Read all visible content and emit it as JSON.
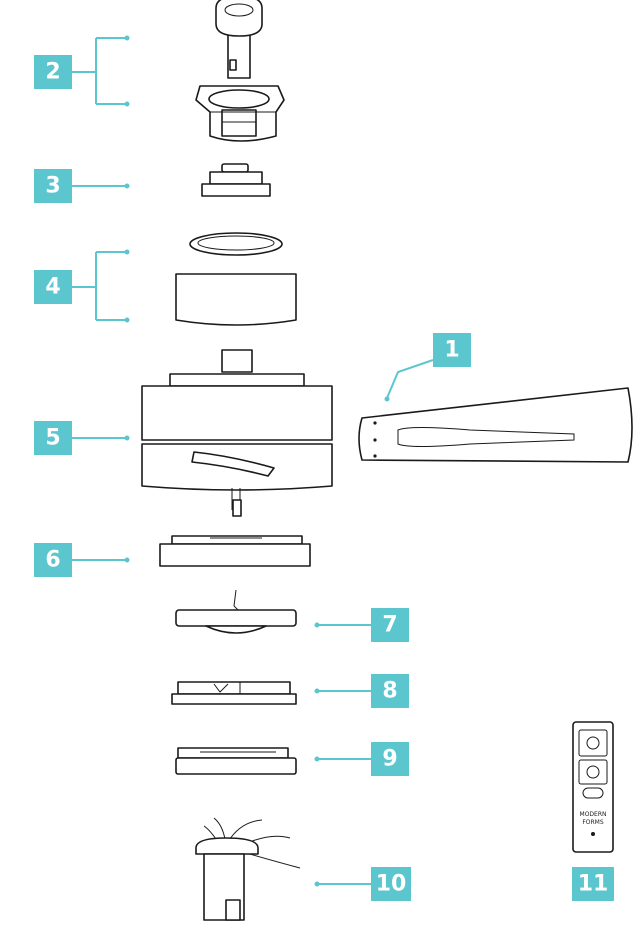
{
  "callouts": [
    {
      "label": "1"
    },
    {
      "label": "2"
    },
    {
      "label": "3"
    },
    {
      "label": "4"
    },
    {
      "label": "5"
    },
    {
      "label": "6"
    },
    {
      "label": "7"
    },
    {
      "label": "8"
    },
    {
      "label": "9"
    },
    {
      "label": "10"
    },
    {
      "label": "11"
    }
  ],
  "remote": {
    "brand_line1": "MODERN",
    "brand_line2": "FORMS"
  },
  "colors": {
    "accent": "#5cc6cf",
    "line": "#1a1a1a",
    "background": "#ffffff"
  }
}
